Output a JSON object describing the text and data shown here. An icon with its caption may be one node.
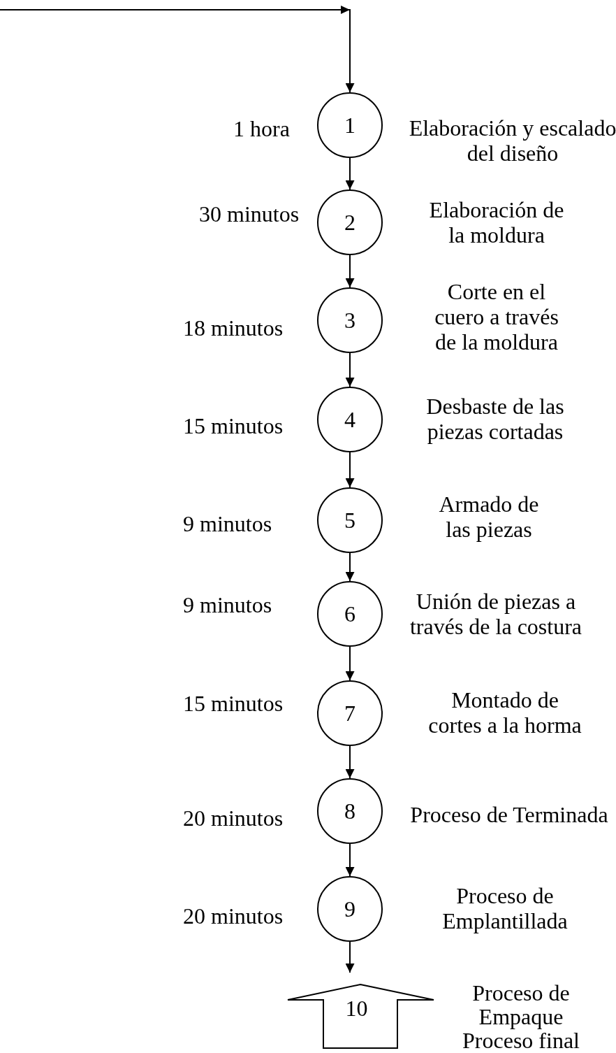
{
  "diagram": {
    "nodes": [
      {
        "text": [
          "1"
        ],
        "beside": [
          "1 hora",
          "Elaboración y escalado del diseño"
        ]
      },
      {
        "text": [
          "2"
        ],
        "beside": [
          "30 minutos",
          "Elaboración de la moldura"
        ]
      },
      {
        "text": [
          "3"
        ],
        "beside": [
          "18 minutos",
          "Corte en el cuero a través de la moldura"
        ]
      },
      {
        "text": [
          "4"
        ],
        "beside": [
          "15 minutos",
          "Desbaste de las piezas cortadas"
        ]
      },
      {
        "text": [
          "5"
        ],
        "beside": [
          "9 minutos",
          "Armado de las piezas"
        ]
      },
      {
        "text": [
          "6"
        ],
        "beside": [
          "9 minutos",
          "Unión de piezas a través de la costura"
        ]
      },
      {
        "text": [
          "7"
        ],
        "beside": [
          "15 minutos",
          "Montado de cortes a la horma"
        ]
      },
      {
        "text": [
          "8"
        ],
        "beside": [
          "20 minutos",
          "Proceso de Terminada"
        ]
      },
      {
        "text": [
          "9"
        ],
        "beside": [
          "20 minutos",
          "Proceso de Emplantillada"
        ]
      },
      {
        "text": [
          "10"
        ],
        "beside": [
          "Proceso de Empaque",
          "Proceso final"
        ]
      }
    ],
    "edges": [
      {
        "from": null,
        "to": 0,
        "arrow": "to"
      },
      {
        "from": 0,
        "to": 1,
        "arrow": "to"
      },
      {
        "from": 1,
        "to": 2,
        "arrow": "to"
      },
      {
        "from": 2,
        "to": 3,
        "arrow": "to"
      },
      {
        "from": 3,
        "to": 4,
        "arrow": "to"
      },
      {
        "from": 4,
        "to": 5,
        "arrow": "to"
      },
      {
        "from": 5,
        "to": 6,
        "arrow": "to"
      },
      {
        "from": 6,
        "to": 7,
        "arrow": "to"
      },
      {
        "from": 7,
        "to": 8,
        "arrow": "to"
      },
      {
        "from": 8,
        "to": 9,
        "arrow": "to"
      }
    ]
  }
}
